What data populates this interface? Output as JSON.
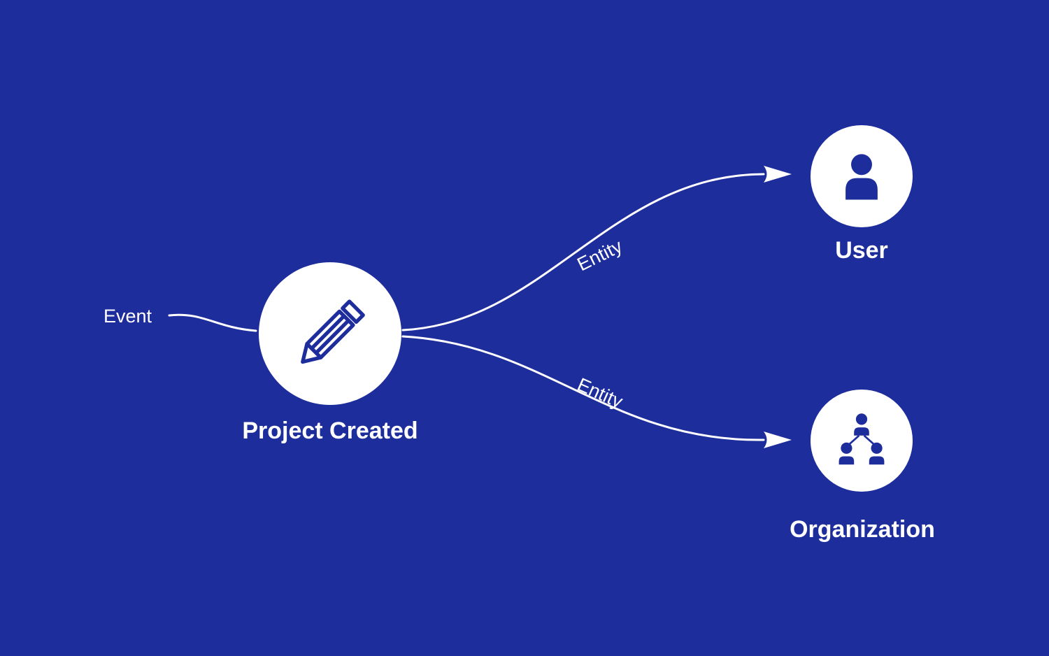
{
  "colors": {
    "background": "#1e2d9c",
    "node_fill": "#ffffff",
    "icon_blue": "#1e2d9c",
    "text": "#ffffff"
  },
  "diagram": {
    "event_label": "Event",
    "center_node": {
      "label": "Project Created",
      "icon": "pencil-icon",
      "type": "Event"
    },
    "edges": [
      {
        "label": "Entity",
        "from": "Project Created",
        "to": "User"
      },
      {
        "label": "Entity",
        "from": "Project Created",
        "to": "Organization"
      }
    ],
    "nodes": [
      {
        "label": "User",
        "icon": "user-icon",
        "type": "Entity"
      },
      {
        "label": "Organization",
        "icon": "organization-icon",
        "type": "Entity"
      }
    ]
  }
}
